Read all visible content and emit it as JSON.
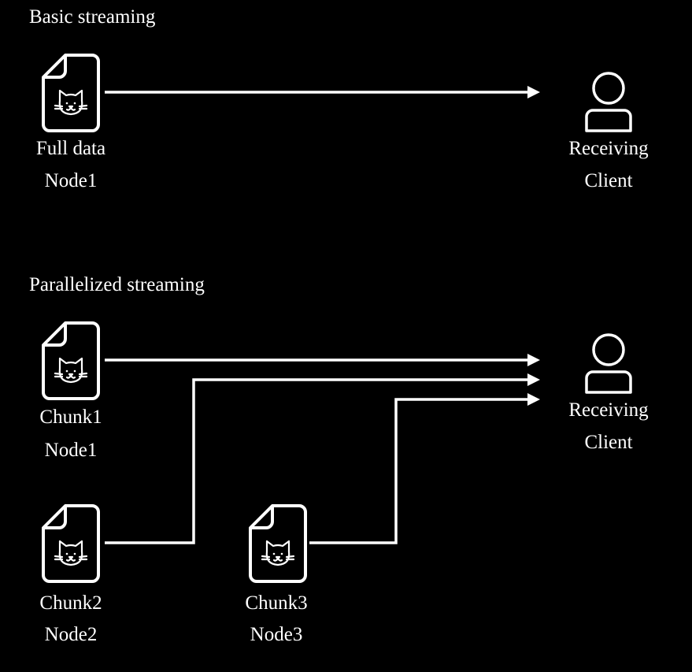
{
  "sections": [
    {
      "title": "Basic streaming",
      "nodes": [
        {
          "label1": "Full data",
          "label2": "Node1",
          "icon": "cat-file-icon"
        }
      ],
      "client": {
        "label1": "Receiving",
        "label2": "Client",
        "icon": "user-icon"
      }
    },
    {
      "title": "Parallelized streaming",
      "nodes": [
        {
          "label1": "Chunk1",
          "label2": "Node1",
          "icon": "cat-file-icon"
        },
        {
          "label1": "Chunk2",
          "label2": "Node2",
          "icon": "cat-file-icon"
        },
        {
          "label1": "Chunk3",
          "label2": "Node3",
          "icon": "cat-file-icon"
        }
      ],
      "client": {
        "label1": "Receiving",
        "label2": "Client",
        "icon": "user-icon"
      }
    }
  ],
  "colors": {
    "background": "#000000",
    "stroke": "#ffffff"
  }
}
